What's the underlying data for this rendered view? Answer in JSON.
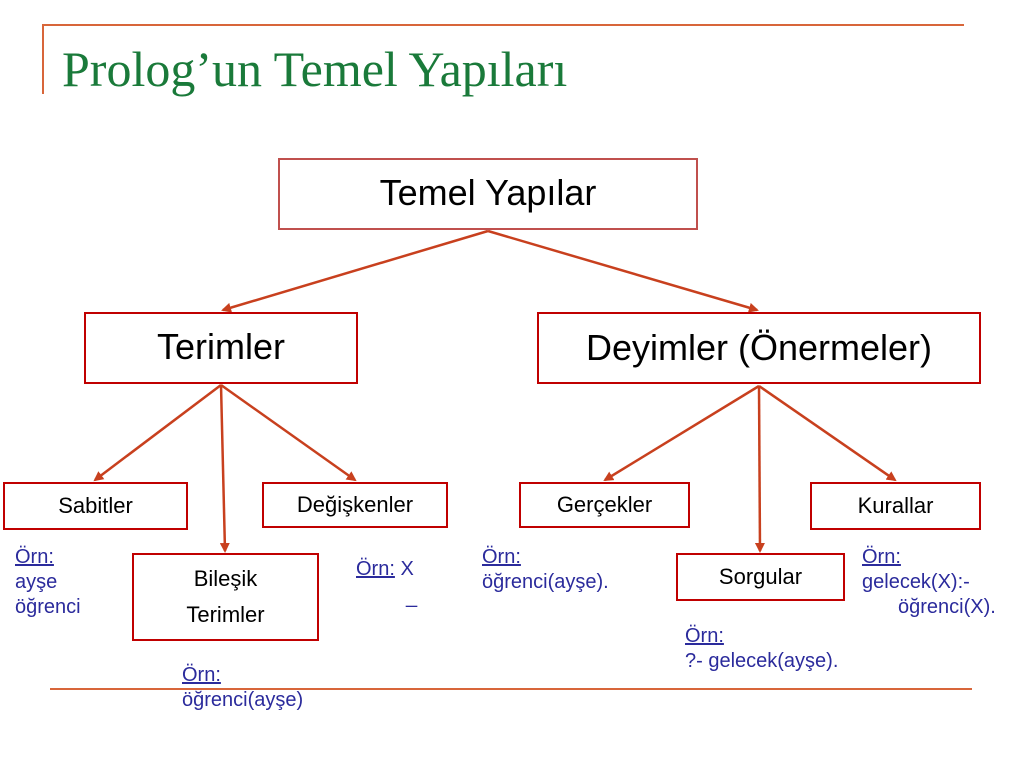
{
  "title": "Prolog’un Temel Yapıları",
  "colors": {
    "title": "#1a7a3a",
    "accent_line": "#d8663a",
    "node_border": "#c00000",
    "arrow": "#c8401e",
    "example_text": "#2b2b9c"
  },
  "nodes": {
    "root": "Temel Yapılar",
    "terimler": "Terimler",
    "deyimler": "Deyimler (Önermeler)",
    "sabitler": "Sabitler",
    "degiskenler": "Değişkenler",
    "bilesik_line1": "Bileşik",
    "bilesik_line2": "Terimler",
    "gercekler": "Gerçekler",
    "kurallar": "Kurallar",
    "sorgular": "Sorgular"
  },
  "examples": {
    "sabitler": {
      "label": "Örn:",
      "line1": "ayşe",
      "line2": "öğrenci"
    },
    "degiskenler": {
      "label": "Örn:",
      "value": "X",
      "blank": "_"
    },
    "bilesik": {
      "label": "Örn:",
      "line1": "öğrenci(ayşe)"
    },
    "gercekler": {
      "label": "Örn:",
      "line1": "öğrenci(ayşe)."
    },
    "sorgular": {
      "label": "Örn:",
      "line1": "?- gelecek(ayşe)."
    },
    "kurallar": {
      "label": "Örn:",
      "line1": "gelecek(X):-",
      "line2": "öğrenci(X)."
    }
  }
}
